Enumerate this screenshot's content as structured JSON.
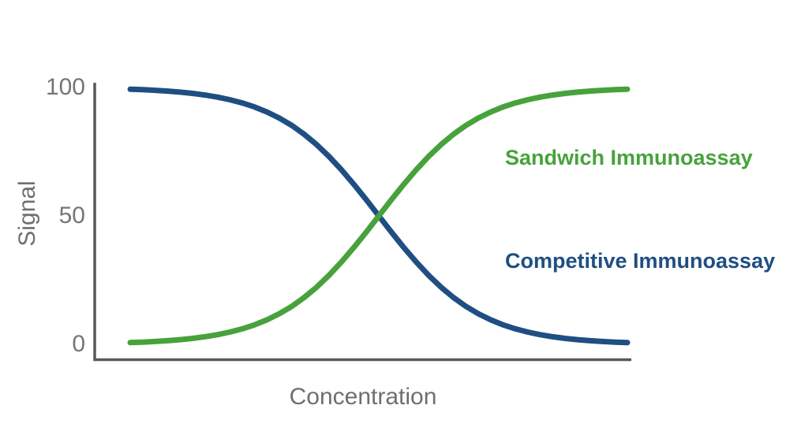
{
  "chart_data": {
    "type": "line",
    "title": "",
    "xlabel": "Concentration",
    "ylabel": "Signal",
    "x_range": [
      0,
      1
    ],
    "ylim": [
      0,
      100
    ],
    "yticks": [
      0,
      50,
      100
    ],
    "grid": false,
    "legend_position": "right-inline",
    "axis_color": "#595959",
    "tick_text_color": "#757575",
    "axis_title_color": "#6f6f6f",
    "x": [
      0,
      0.025,
      0.05,
      0.075,
      0.1,
      0.125,
      0.15,
      0.175,
      0.2,
      0.225,
      0.25,
      0.275,
      0.3,
      0.325,
      0.35,
      0.375,
      0.4,
      0.425,
      0.45,
      0.475,
      0.5,
      0.525,
      0.55,
      0.575,
      0.6,
      0.625,
      0.65,
      0.675,
      0.7,
      0.725,
      0.75,
      0.775,
      0.8,
      0.825,
      0.85,
      0.875,
      0.9,
      0.925,
      0.95,
      0.975,
      1
    ],
    "series": [
      {
        "name": "Sandwich Immunoassay",
        "color": "#47a23c",
        "values": [
          0.67,
          0.86,
          1.1,
          1.41,
          1.8,
          2.3,
          2.93,
          3.73,
          4.74,
          6.01,
          7.59,
          9.53,
          11.92,
          14.8,
          18.24,
          22.27,
          26.89,
          32.08,
          37.75,
          43.78,
          50.0,
          56.22,
          62.25,
          67.92,
          73.11,
          77.73,
          81.76,
          85.2,
          88.08,
          90.47,
          92.41,
          93.99,
          95.26,
          96.27,
          97.07,
          97.7,
          98.2,
          98.59,
          98.9,
          99.14,
          99.33
        ]
      },
      {
        "name": "Competitive Immunoassay",
        "color": "#1f4e82",
        "values": [
          99.33,
          99.14,
          98.9,
          98.59,
          98.2,
          97.7,
          97.07,
          96.27,
          95.26,
          93.99,
          92.41,
          90.47,
          88.08,
          85.2,
          81.76,
          77.73,
          73.11,
          67.92,
          62.25,
          56.22,
          50.0,
          43.78,
          37.75,
          32.08,
          26.89,
          22.27,
          18.24,
          14.8,
          11.92,
          9.53,
          7.59,
          6.01,
          4.74,
          3.73,
          2.93,
          2.3,
          1.8,
          1.41,
          1.1,
          0.86,
          0.67
        ]
      }
    ]
  }
}
